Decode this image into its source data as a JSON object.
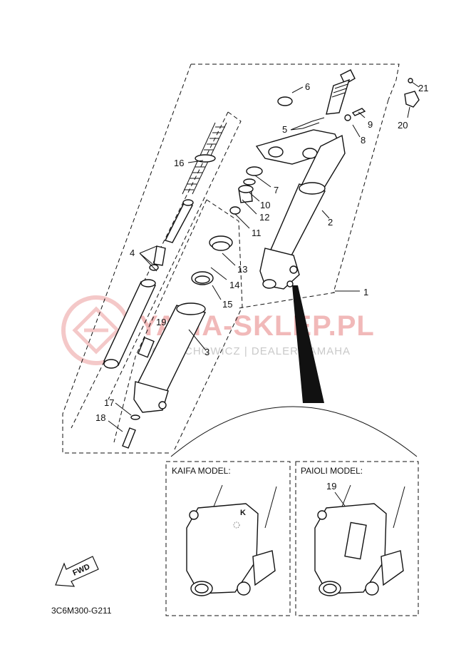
{
  "diagram": {
    "callouts": [
      "1",
      "2",
      "3",
      "4",
      "5",
      "6",
      "7",
      "8",
      "9",
      "10",
      "11",
      "12",
      "13",
      "14",
      "15",
      "16",
      "17",
      "18",
      "19",
      "20",
      "21"
    ],
    "detail_boxes": {
      "left_title": "KAIFA MODEL:",
      "right_title": "PAIOLI MODEL:",
      "left_mark": "K",
      "right_callout": "19"
    },
    "direction_label": "FWD",
    "drawing_code": "3C6M300-G211"
  },
  "watermark": {
    "main": "YAMA-SKLEP.PL",
    "sub": "WO CIECHOWICZ | DEALER YAMAHA"
  }
}
